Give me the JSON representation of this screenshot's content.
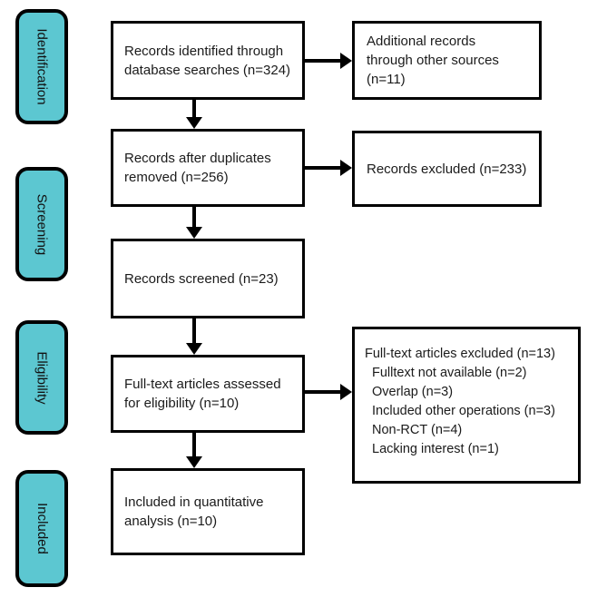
{
  "diagram_type": "prisma-flow",
  "colors": {
    "stage_fill": "#5CC7D1",
    "border": "#000000",
    "text": "#1b1b1b",
    "background": "#ffffff"
  },
  "stages": [
    {
      "label": "Identification"
    },
    {
      "label": "Screening"
    },
    {
      "label": "Eligibility"
    },
    {
      "label": "Included"
    }
  ],
  "main_boxes": [
    {
      "text": "Records identified through database searches (n=324)"
    },
    {
      "text": "Records after duplicates removed (n=256)"
    },
    {
      "text": "Records screened (n=23)"
    },
    {
      "text": "Full-text articles assessed for eligibility (n=10)"
    },
    {
      "text": "Included in quantitative analysis (n=10)"
    }
  ],
  "side_boxes": {
    "additional_records": {
      "text": "Additional records through other sources (n=11)"
    },
    "records_excluded": {
      "text": "Records excluded (n=233)"
    },
    "fulltext_excluded": {
      "title": "Full-text articles excluded (n=13)",
      "reasons": [
        "Fulltext not available (n=2)",
        "Overlap (n=3)",
        "Included other operations (n=3)",
        "Non-RCT (n=4)",
        "Lacking interest (n=1)"
      ]
    }
  }
}
